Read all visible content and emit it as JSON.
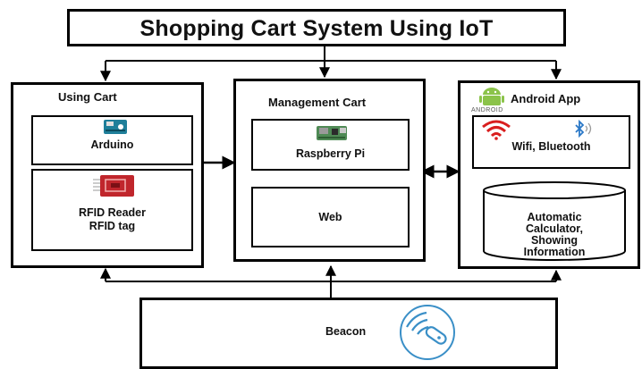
{
  "title": "Shopping Cart System Using IoT",
  "using_cart": {
    "label": "Using Cart",
    "arduino": {
      "label": "Arduino",
      "icon": "arduino-board-icon"
    },
    "rfid": {
      "line1": "RFID Reader",
      "line2": "RFID tag",
      "icon": "rfid-board-icon"
    }
  },
  "management_cart": {
    "label": "Management Cart",
    "raspberry": {
      "label": "Raspberry Pi",
      "icon": "raspberry-pi-board-icon"
    },
    "web": {
      "label": "Web"
    }
  },
  "android_app": {
    "label": "Android App",
    "logo_text": "ANDROID",
    "connectivity": {
      "label": "Wifi, Bluetooth",
      "icons": [
        "wifi-icon",
        "bluetooth-icon"
      ]
    },
    "database": {
      "lines": [
        "Automatic",
        "Calculator,",
        "Showing",
        "Information"
      ]
    }
  },
  "beacon": {
    "label": "Beacon",
    "icon": "beacon-icon"
  },
  "colors": {
    "line": "#000000",
    "arduino": "#1f7f9a",
    "rfid_board": "#c0262c",
    "raspberry": "#4f8a55",
    "wifi": "#d91e1e",
    "bluetooth": "#2a78c7",
    "android": "#8bc34a",
    "beacon": "#3a8fc7"
  }
}
